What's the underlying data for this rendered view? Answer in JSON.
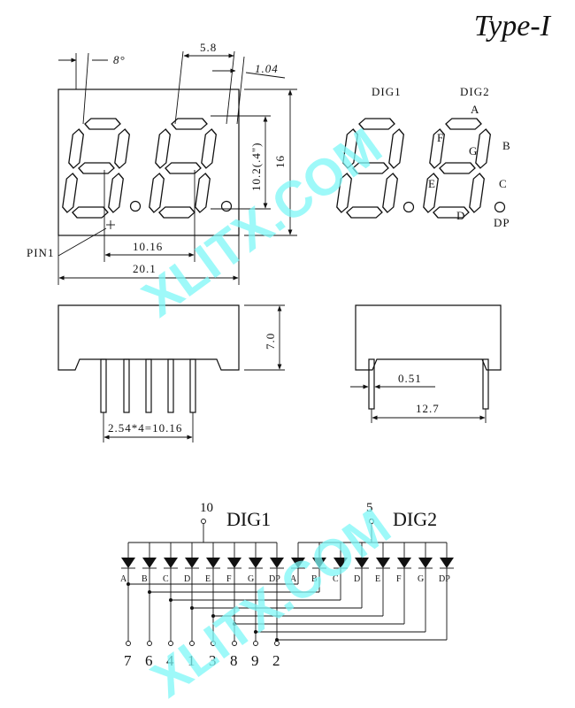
{
  "title": "Type-I",
  "watermark": "XLITX.COM",
  "top_view": {
    "angle": "8°",
    "seg_width": "5.8",
    "seg_thick": "1.04",
    "height_digit": "10.2(.4\")",
    "height_body": "16",
    "pitch": "10.16",
    "width_body": "20.1",
    "pin1": "PIN1"
  },
  "face_view": {
    "dig1": "DIG1",
    "dig2": "DIG2",
    "seg_a": "A",
    "seg_b": "B",
    "seg_c": "C",
    "seg_d": "D",
    "seg_e": "E",
    "seg_f": "F",
    "seg_g": "G",
    "seg_dp": "DP"
  },
  "side_view": {
    "height": "7.0",
    "pin_pitch": "2.54*4=10.16"
  },
  "end_view": {
    "pin_dia": "0.51",
    "row_spacing": "12.7"
  },
  "schematic": {
    "dig1_label": "DIG1",
    "dig2_label": "DIG2",
    "dig1_pin": "10",
    "dig2_pin": "5",
    "diode_labels": [
      "A",
      "B",
      "C",
      "D",
      "E",
      "F",
      "G",
      "DP",
      "A",
      "B",
      "C",
      "D",
      "E",
      "F",
      "G",
      "DP"
    ],
    "bottom_pins": [
      "7",
      "6",
      "4",
      "1",
      "3",
      "8",
      "9",
      "2"
    ]
  }
}
